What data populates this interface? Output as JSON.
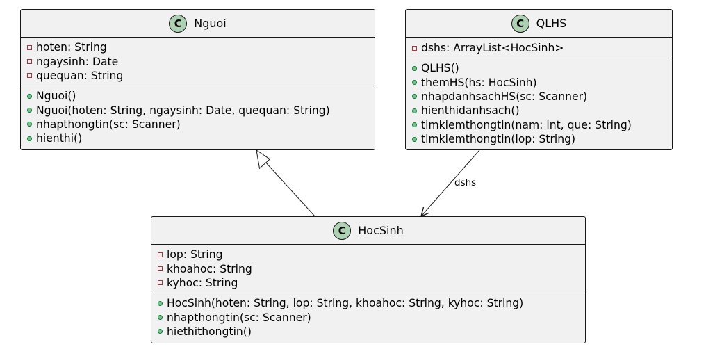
{
  "classes": {
    "nguoi": {
      "badge": "C",
      "name": "Nguoi",
      "attributes": [
        "hoten: String",
        "ngaysinh: Date",
        "quequan: String"
      ],
      "methods": [
        "Nguoi()",
        "Nguoi(hoten: String, ngaysinh: Date, quequan: String)",
        "nhapthongtin(sc: Scanner)",
        "hienthi()"
      ]
    },
    "qlhs": {
      "badge": "C",
      "name": "QLHS",
      "attributes": [
        "dshs: ArrayList<HocSinh>"
      ],
      "methods": [
        "QLHS()",
        "themHS(hs: HocSinh)",
        "nhapdanhsachHS(sc: Scanner)",
        "hienthidanhsach()",
        "timkiemthongtin(nam: int, que: String)",
        "timkiemthongtin(lop: String)"
      ]
    },
    "hocsinh": {
      "badge": "C",
      "name": "HocSinh",
      "attributes": [
        "lop: String",
        "khoahoc: String",
        "kyhoc: String"
      ],
      "methods": [
        "HocSinh(hoten: String, lop: String, khoahoc: String, kyhoc: String)",
        "nhapthongtin(sc: Scanner)",
        "hiethithongtin()"
      ]
    }
  },
  "relations": {
    "association_label": "dshs"
  },
  "colors": {
    "class_fill": "#f1f1f1",
    "badge_fill": "#add1b2",
    "private_marker": "#c82930",
    "public_marker": "#84be84",
    "line": "#181818"
  }
}
